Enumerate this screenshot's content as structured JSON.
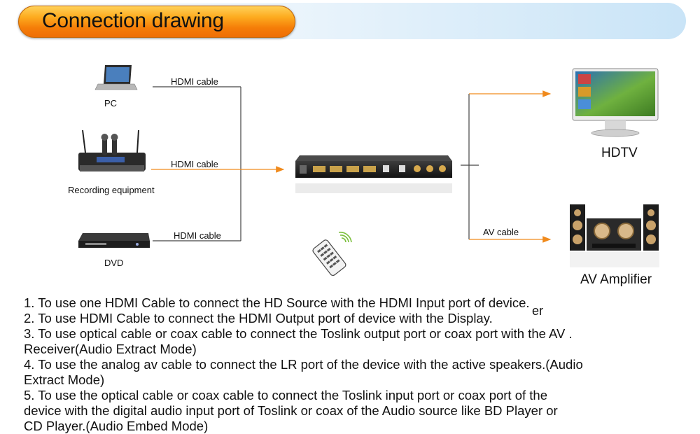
{
  "title": "Connection drawing",
  "sources": [
    {
      "label": "PC",
      "cable": "HDMI cable",
      "icon": "laptop-icon"
    },
    {
      "label": "Recording equipment",
      "cable": "HDMI cable",
      "icon": "wireless-mic-receiver-icon"
    },
    {
      "label": "DVD",
      "cable": "HDMI cable",
      "icon": "dvd-player-icon"
    }
  ],
  "outputs": [
    {
      "label": "HDTV",
      "icon": "tv-icon"
    },
    {
      "label": "AV Amplifier",
      "cable": "AV cable",
      "icon": "speaker-system-icon"
    }
  ],
  "device_icon": "hdmi-switch-device-icon",
  "remote_icon": "remote-control-icon",
  "instructions": [
    "1.  To use one HDMI Cable to connect the HD Source with the HDMI Input port of device.",
    "2.  To use HDMI Cable to connect the HDMI Output port of device with the Display.",
    "3.  To use optical cable or coax cable to connect the Toslink output port or coax  port with the AV  .",
    "      Receiver(Audio Extract Mode)",
    "4.  To use the analog av cable to connect the LR port of the device with the active speakers.(Audio",
    "      Extract Mode)",
    "5.  To use the optical cable or coax cable to connect the Toslink input port or coax port of the",
    "      device with the digital audio input port of Toslink or coax of the Audio source like BD Player or",
    "      CD Player.(Audio Embed Mode)"
  ],
  "stray_text": "er",
  "colors": {
    "title_orange": "#f7870d",
    "header_blue": "#c9e4f7",
    "arrow": "#f08a1c",
    "line": "#444444"
  }
}
